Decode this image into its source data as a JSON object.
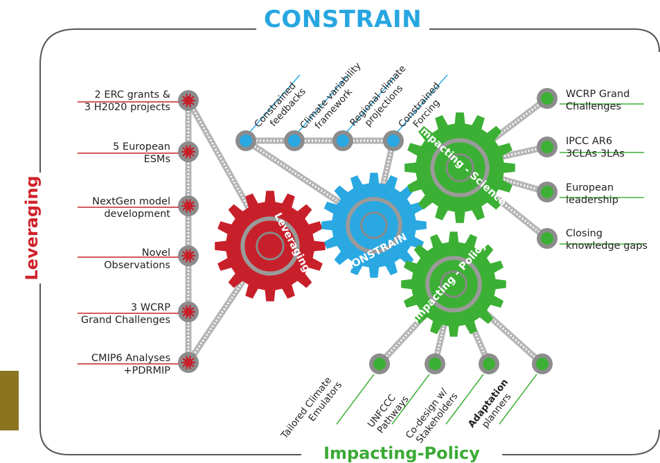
{
  "titles": {
    "top": "CONSTRAIN",
    "bottom": "Impacting-Policy",
    "left": "Leveraging"
  },
  "gears": {
    "leveraging": "Leveraging",
    "constrain": "CONSTRAIN",
    "science": "Impacting - Science",
    "policy": "Impacting - Policy"
  },
  "left_items": [
    {
      "line1": "2 ERC grants &",
      "line2": "3 H2020 projects"
    },
    {
      "line1": "5 European",
      "line2": "ESMs"
    },
    {
      "line1": "NextGen model",
      "line2": "development"
    },
    {
      "line1": "Novel",
      "line2": "Observations"
    },
    {
      "line1": "3 WCRP",
      "line2": "Grand Challenges"
    },
    {
      "line1": "CMIP6  Analyses",
      "line2": "+PDRMIP"
    }
  ],
  "top_items": [
    {
      "line1": "Constrained",
      "line2": "feedbacks"
    },
    {
      "line1": "Climate variability",
      "line2": "framework"
    },
    {
      "line1": "Regional climate",
      "line2": "projections"
    },
    {
      "line1": "Constrained",
      "line2": "Forcing"
    }
  ],
  "right_items": [
    {
      "line1": "WCRP Grand",
      "line2": "Challenges"
    },
    {
      "line1": "IPCC AR6",
      "line2": "3CLAs 3LAs"
    },
    {
      "line1": "European",
      "line2": "leadership"
    },
    {
      "line1": "Closing",
      "line2": "knowledge gaps"
    }
  ],
  "bottom_items": [
    {
      "line1": "Tailored Climate",
      "line2": "Emulators"
    },
    {
      "line1": "UNFCCC",
      "line2": "Pathways"
    },
    {
      "line1": "Co-design w/",
      "line2": "Stakeholders"
    },
    {
      "line1": "Adaptation",
      "line2": "planners"
    }
  ],
  "colors": {
    "red": "#c8202a",
    "blue": "#29a8e2",
    "green": "#3cb034",
    "grey": "#8a8a8a"
  }
}
